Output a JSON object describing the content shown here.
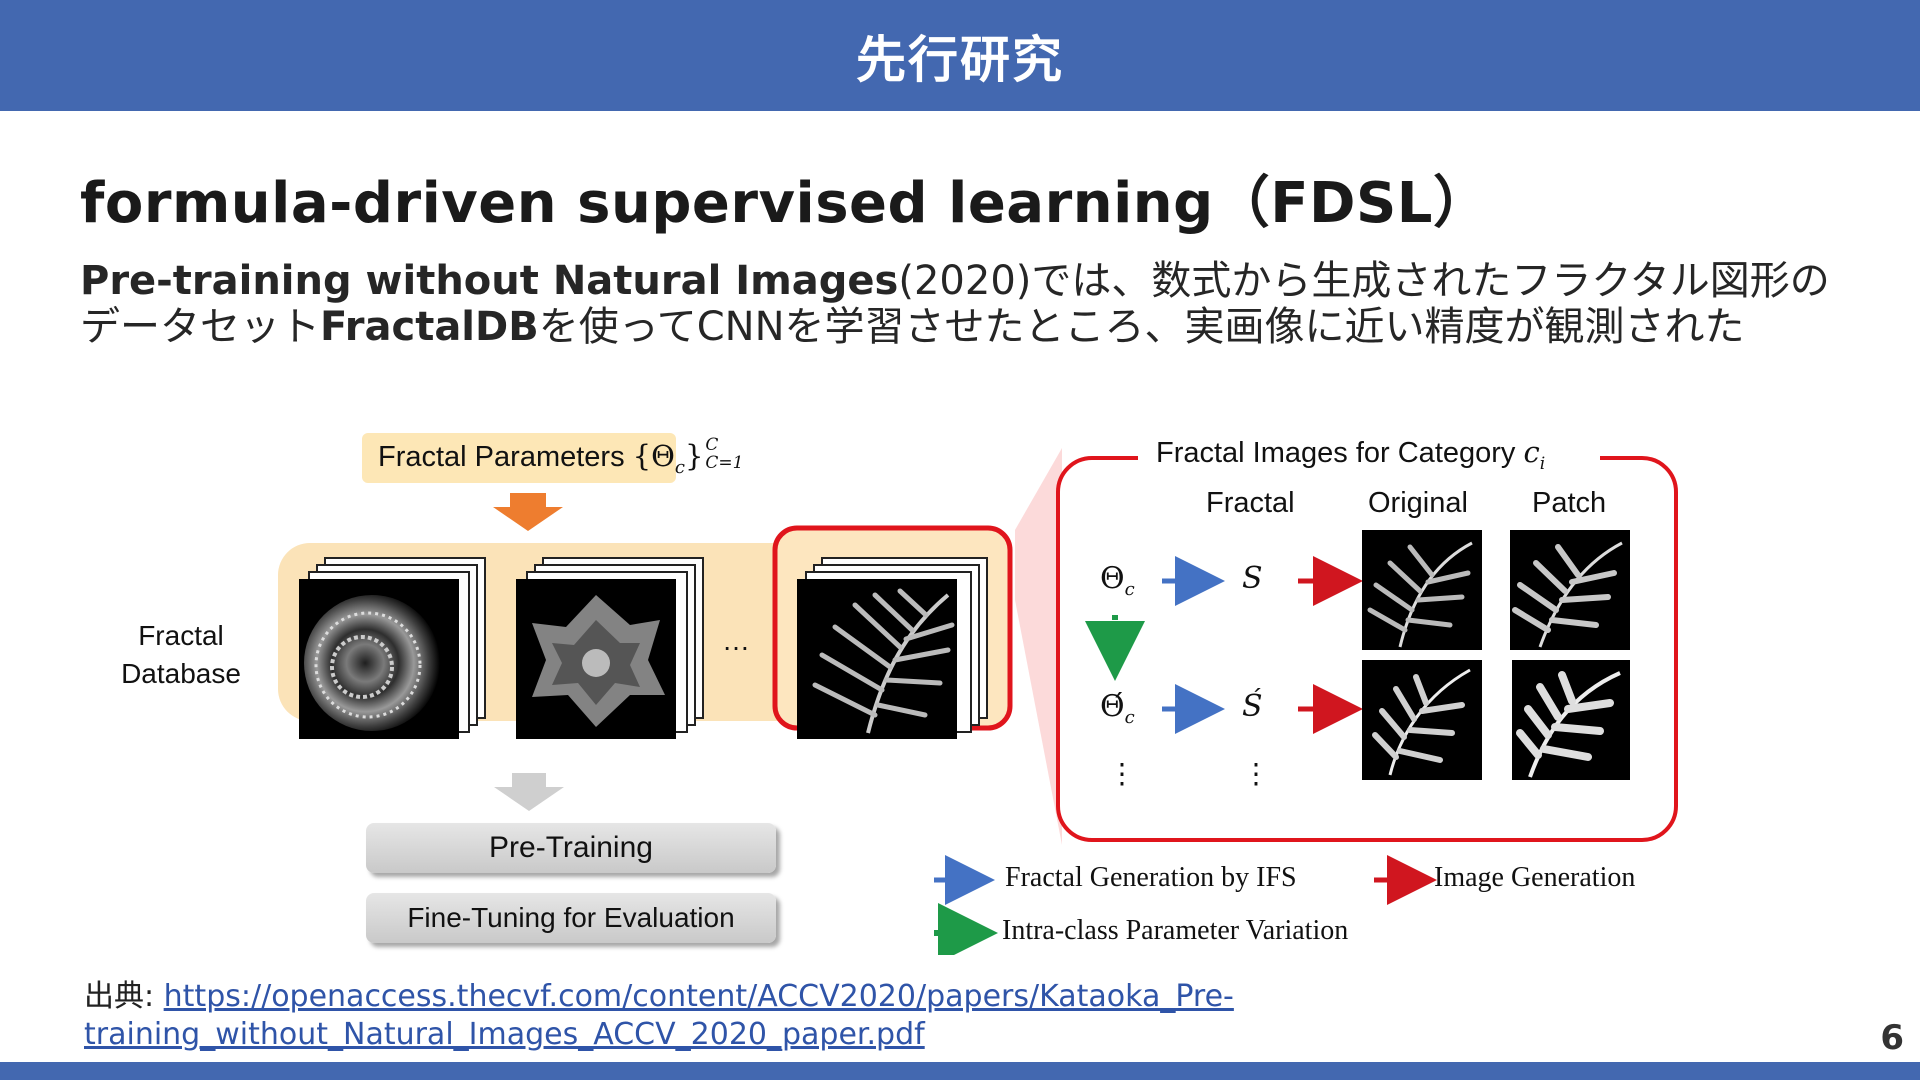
{
  "header": {
    "title": "先行研究"
  },
  "slide": {
    "title": "formula-driven supervised learning（FDSL）",
    "body": {
      "bold1": "Pre-training without Natural Images",
      "text1": "(2020)では、数式から生成されたフラクタル図形の",
      "text2": "データセット",
      "bold2": "FractalDB",
      "text3": "を使ってCNNを学習させたところ、実画像に近い精度が観測された"
    }
  },
  "figure": {
    "params_label": "Fractal Parameters",
    "params_math": "{Θ",
    "params_sub": "c",
    "params_close": "}",
    "params_sup": "C",
    "params_range": "C=1",
    "database_label_line1": "Fractal",
    "database_label_line2": "Database",
    "ellipsis": "…",
    "pretraining": "Pre-Training",
    "finetuning": "Fine-Tuning for Evaluation",
    "panel_title": "Fractal Images for Category",
    "panel_title_var": "c",
    "panel_title_sub": "i",
    "col_fractal": "Fractal",
    "col_original": "Original",
    "col_patch": "Patch",
    "theta": "Θ",
    "theta_sub": "c",
    "theta_prime": "Θ́",
    "s": "S",
    "s_prime": "Ś",
    "vdots": "⋮",
    "legend": {
      "blue": "Fractal Generation by IFS",
      "red": "Image Generation",
      "green": "Intra-class Parameter Variation"
    },
    "colors": {
      "blue": "#4472c4",
      "red": "#d0161f",
      "green": "#1e9a48",
      "orange": "#ee7d2f",
      "panel_border": "#e0151c",
      "band": "#fbe3b8"
    }
  },
  "citation": {
    "prefix": "出典: ",
    "url_line1": "https://openaccess.thecvf.com/content/ACCV2020/papers/Kataoka_Pre-",
    "url_line2": "training_without_Natural_Images_ACCV_2020_paper.pdf"
  },
  "page_number": "6"
}
